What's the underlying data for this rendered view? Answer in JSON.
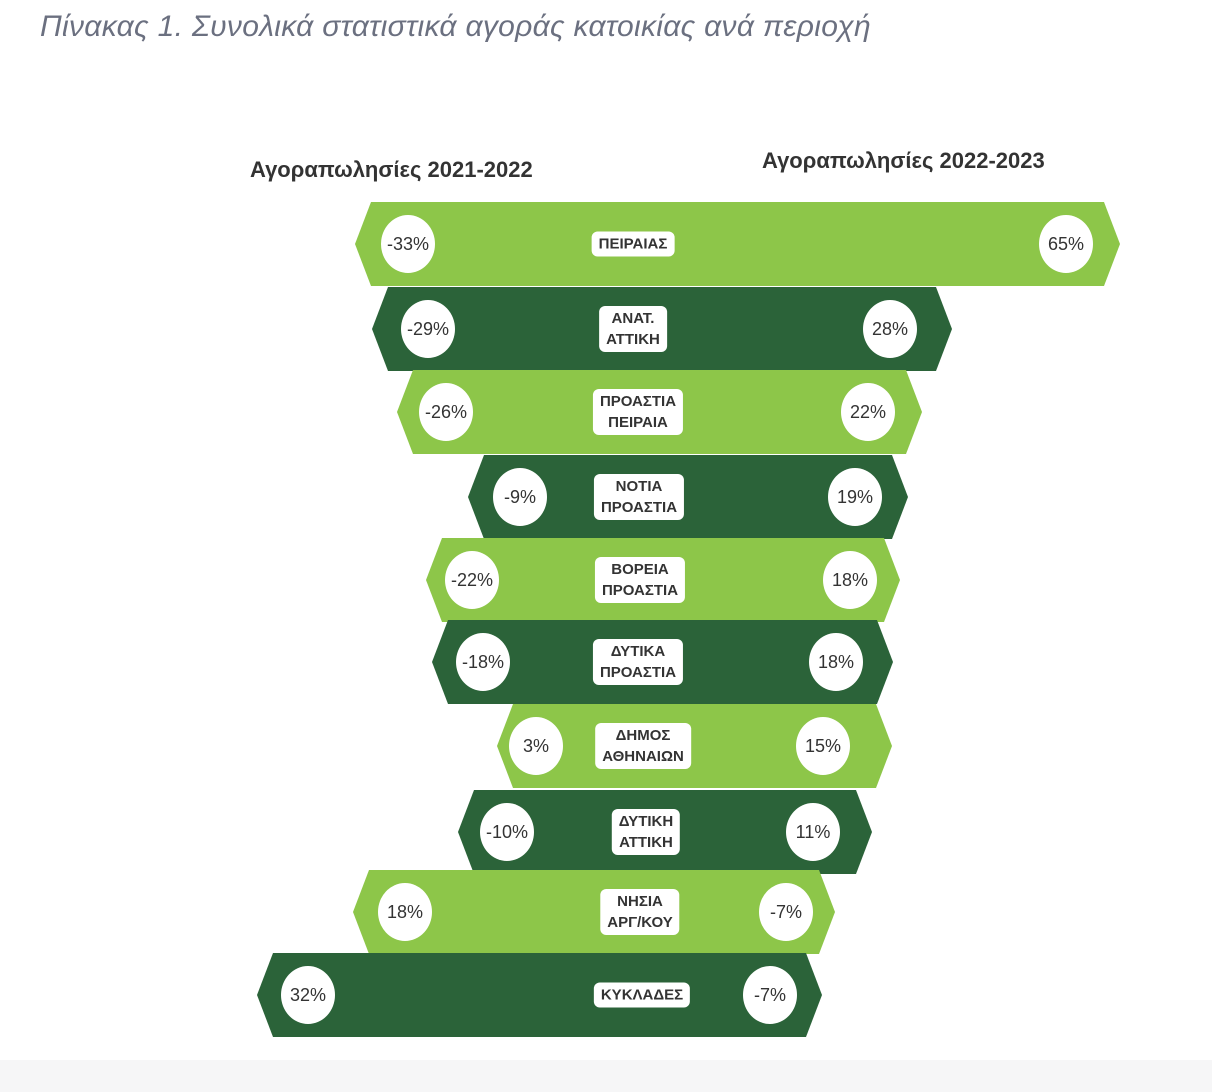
{
  "chart_data": {
    "type": "table",
    "title": "Πίνακας 1. Συνολικά στατιστικά αγοράς κατοικίας ανά περιοχή",
    "left_header": "Αγοραπωλησίες 2021-2022",
    "right_header": "Αγοραπωλησίες 2022-2023",
    "colors": {
      "light": "#8dc649",
      "dark": "#2b6339"
    },
    "rows": [
      {
        "region": "ΠΕΙΡΑΙΑΣ",
        "change_2021_2022": "-33%",
        "change_2022_2023": "65%",
        "shade": "light"
      },
      {
        "region": "ΑΝΑΤ.\nΑΤΤΙΚΗ",
        "change_2021_2022": "-29%",
        "change_2022_2023": "28%",
        "shade": "dark"
      },
      {
        "region": "ΠΡΟΑΣΤΙΑ\nΠΕΙΡΑΙΑ",
        "change_2021_2022": "-26%",
        "change_2022_2023": "22%",
        "shade": "light"
      },
      {
        "region": "ΝΟΤΙΑ\nΠΡΟΑΣΤΙΑ",
        "change_2021_2022": "-9%",
        "change_2022_2023": "19%",
        "shade": "dark"
      },
      {
        "region": "ΒΟΡΕΙΑ\nΠΡΟΑΣΤΙΑ",
        "change_2021_2022": "-22%",
        "change_2022_2023": "18%",
        "shade": "light"
      },
      {
        "region": "ΔΥΤΙΚΑ\nΠΡΟΑΣΤΙΑ",
        "change_2021_2022": "-18%",
        "change_2022_2023": "18%",
        "shade": "dark"
      },
      {
        "region": "ΔΗΜΟΣ\nΑΘΗΝΑΙΩΝ",
        "change_2021_2022": "3%",
        "change_2022_2023": "15%",
        "shade": "light"
      },
      {
        "region": "ΔΥΤΙΚΗ\nΑΤΤΙΚΗ",
        "change_2021_2022": "-10%",
        "change_2022_2023": "11%",
        "shade": "dark"
      },
      {
        "region": "ΝΗΣΙΑ\nΑΡΓ/ΚΟΥ",
        "change_2021_2022": "18%",
        "change_2022_2023": "-7%",
        "shade": "light"
      },
      {
        "region": "ΚΥΚΛΑΔΕΣ",
        "change_2021_2022": "32%",
        "change_2022_2023": "-7%",
        "shade": "dark"
      }
    ]
  }
}
